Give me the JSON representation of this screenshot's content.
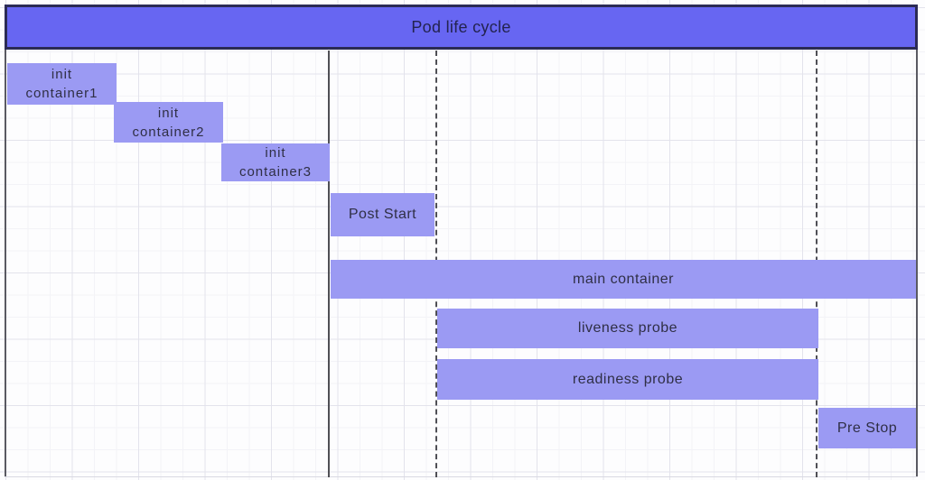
{
  "title": "Pod life cycle",
  "colors": {
    "header-fill": "#6766f2",
    "header-border": "#2b2b55",
    "title-text": "#23234f",
    "bar-fill": "#9b9af3",
    "label-text": "#2f2f45",
    "guide-line": "#4f4f55",
    "frame-line": "#5a5a62"
  },
  "bars": [
    {
      "name": "init-container-1",
      "label": "init\ncontainer1"
    },
    {
      "name": "init-container-2",
      "label": "init\ncontainer2"
    },
    {
      "name": "init-container-3",
      "label": "init\ncontainer3"
    },
    {
      "name": "post-start",
      "label": "Post Start"
    },
    {
      "name": "main-container",
      "label": "main container"
    },
    {
      "name": "liveness-probe",
      "label": "liveness probe"
    },
    {
      "name": "readiness-probe",
      "label": "readiness probe"
    },
    {
      "name": "pre-stop",
      "label": "Pre Stop"
    }
  ]
}
